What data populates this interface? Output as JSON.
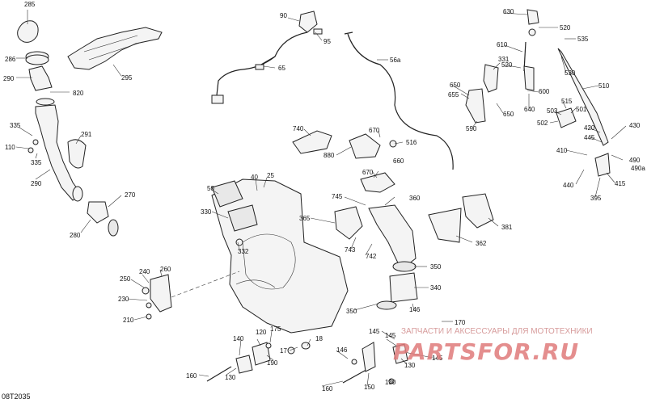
{
  "diagram": {
    "reference_code": "08T2035",
    "watermark": {
      "subtitle": "ЗАПЧАСТИ И АКСЕССУАРЫ ДЛЯ МОТОТЕХНИКИ",
      "logo": "PARTSFOR.RU"
    },
    "callouts": [
      "285",
      "286",
      "290",
      "820",
      "295",
      "335",
      "291",
      "110",
      "335",
      "290",
      "270",
      "280",
      "90",
      "95",
      "65",
      "56a",
      "630",
      "520",
      "640",
      "535",
      "610",
      "331",
      "520",
      "530",
      "510",
      "650",
      "655",
      "600",
      "650",
      "640",
      "590",
      "515",
      "503",
      "501",
      "502",
      "420",
      "430",
      "445",
      "490",
      "490a",
      "410",
      "440",
      "415",
      "395",
      "740",
      "670",
      "516",
      "880",
      "670",
      "660",
      "745",
      "360",
      "365",
      "381",
      "362",
      "743",
      "742",
      "350",
      "340",
      "350",
      "50",
      "40",
      "25",
      "330",
      "332",
      "240",
      "260",
      "250",
      "230",
      "210",
      "146",
      "170",
      "145",
      "145",
      "130",
      "140",
      "120",
      "175",
      "190",
      "18",
      "17",
      "160",
      "130",
      "150",
      "160",
      "146",
      "145",
      "130"
    ]
  }
}
